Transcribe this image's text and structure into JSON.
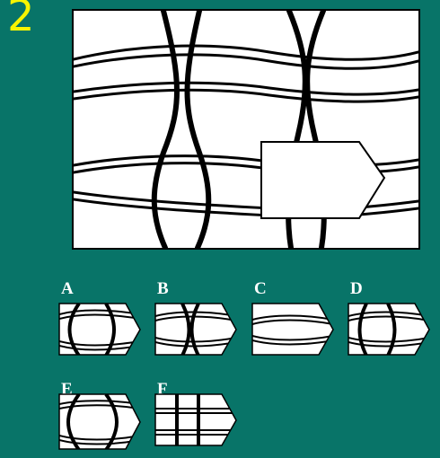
{
  "question_number": "2",
  "options": [
    {
      "label": "A"
    },
    {
      "label": "B"
    },
    {
      "label": "C"
    },
    {
      "label": "D"
    },
    {
      "label": "E"
    },
    {
      "label": "F"
    }
  ],
  "colors": {
    "background": "#087468",
    "number": "#f8f400",
    "lines": "#000000",
    "tile": "#ffffff"
  }
}
